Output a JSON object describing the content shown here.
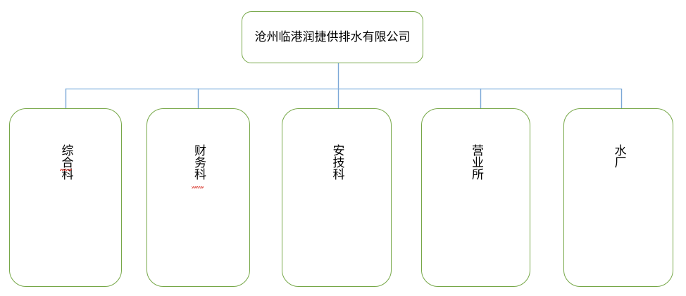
{
  "chart_data": {
    "type": "diagram",
    "title": "沧州临港润捷供排水有限公司",
    "subtype": "organizational-hierarchy",
    "orientation": "top-down",
    "root": {
      "label": "沧州临港润捷供排水有限公司",
      "text_direction": "horizontal"
    },
    "children": [
      {
        "label": "综合科",
        "text_direction": "vertical",
        "spellcheck_underline": true
      },
      {
        "label": "财务科",
        "text_direction": "vertical",
        "spellcheck_underline": true
      },
      {
        "label": "安技科",
        "text_direction": "vertical",
        "spellcheck_underline": false
      },
      {
        "label": "营业所",
        "text_direction": "vertical",
        "spellcheck_underline": false
      },
      {
        "label": "水厂",
        "text_direction": "vertical",
        "spellcheck_underline": false
      }
    ],
    "colors": {
      "node_border": "#76a747",
      "node_fill": "#ffffff",
      "connector": "#9dc3e6",
      "connector_dark": "#7ba7d7",
      "text": "#000000",
      "spellcheck": "#d8352a",
      "background": "#ffffff"
    },
    "legend": [],
    "annotations": []
  },
  "diagram": {
    "root_label": "沧州临港润捷供排水有限公司",
    "child_labels": [
      "综合科",
      "财务科",
      "安技科",
      "营业所",
      "水厂"
    ]
  }
}
